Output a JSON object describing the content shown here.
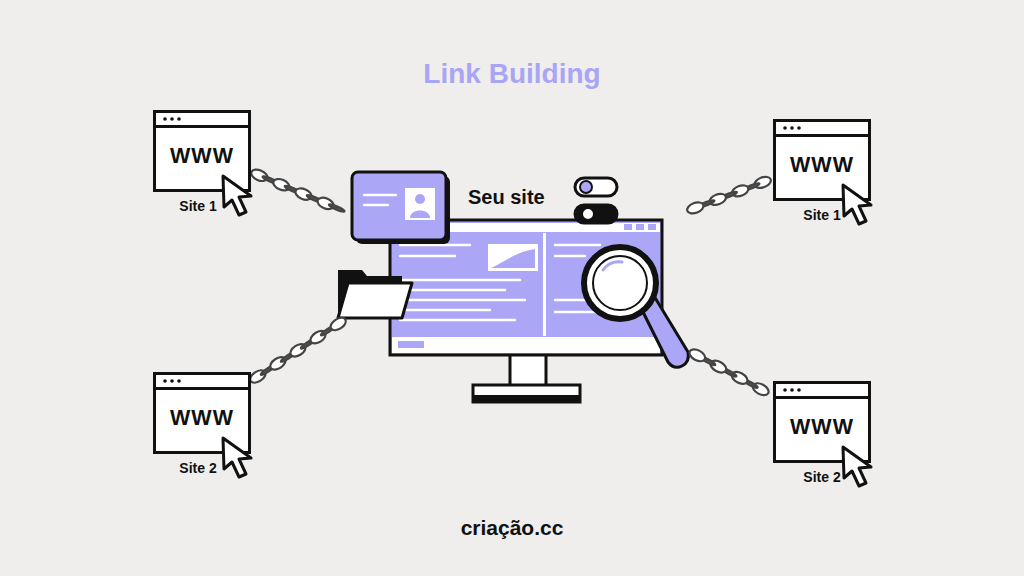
{
  "diagram": {
    "title": "Link Building",
    "nodes": [
      {
        "text": [
          "WWW",
          "Site 1"
        ]
      },
      {
        "text": [
          "Seu site"
        ]
      },
      {
        "text": [
          "WWW",
          "Site 1"
        ]
      },
      {
        "text": [
          "WWW",
          "Site 2"
        ]
      },
      {
        "text": [
          "WWW",
          "Site 2"
        ]
      }
    ],
    "edges": [
      {
        "from": 0,
        "to": 1,
        "arrow": "none"
      },
      {
        "from": 2,
        "to": 1,
        "arrow": "none"
      },
      {
        "from": 3,
        "to": 1,
        "arrow": "none"
      },
      {
        "from": 4,
        "to": 1,
        "arrow": "none"
      }
    ],
    "labels": [
      "criação.cc"
    ]
  }
}
